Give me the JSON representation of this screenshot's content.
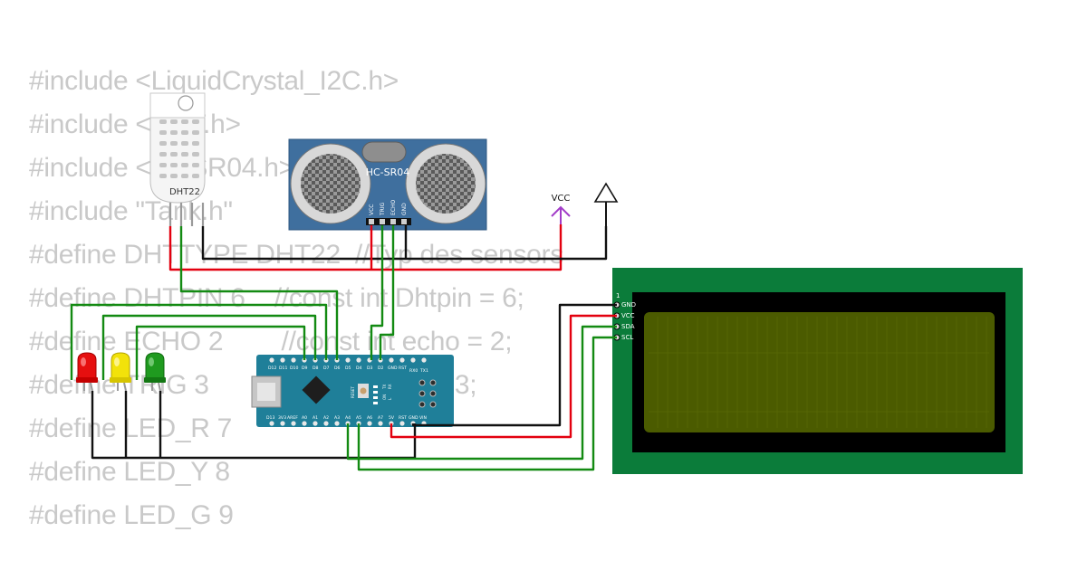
{
  "code_lines": [
    "#include <LiquidCrystal_I2C.h>",
    "#include <DHT.h>",
    "#include <HCSR04.h>",
    "#include \"Tank.h\"",
    "",
    "#define DHTTYPE DHT22  //Typ des sensors",
    "#define DHTPIN 6    //const int Dhtpin = 6;",
    "#define ECHO 2        //const int echo = 2;",
    "#define TRIG 3        //const int trig = 3;",
    "#define LED_R 7",
    "#define LED_Y 8",
    "#define LED_G 9"
  ],
  "dht": {
    "label": "DHT22"
  },
  "hcsr04": {
    "label": "HC-SR04",
    "pins": [
      "VCC",
      "TRIG",
      "ECHO",
      "GND"
    ]
  },
  "power": {
    "vcc_label": "VCC"
  },
  "arduino": {
    "top_pins": [
      "D12",
      "D11",
      "D10",
      "D9",
      "D8",
      "D7",
      "D6",
      "D5",
      "D4",
      "D3",
      "D2",
      "GND",
      "RST",
      "RX0",
      "TX1"
    ],
    "bottom_pins": [
      "D13",
      "3V3",
      "AREF",
      "A0",
      "A1",
      "A2",
      "A3",
      "A4",
      "A5",
      "A6",
      "A7",
      "5V",
      "RST",
      "GND",
      "VIN"
    ],
    "misc": {
      "reset": "RESET",
      "tx": "TX",
      "rx": "RX",
      "on": "ON",
      "l": "L"
    }
  },
  "lcd": {
    "pin1": "1",
    "pins": [
      "GND",
      "VCC",
      "SDA",
      "SCL"
    ]
  },
  "colors": {
    "wire_red": "#e3000f",
    "wire_black": "#111111",
    "wire_green": "#138a12",
    "wire_purple": "#a23cc8",
    "lcd_board": "#0b7c3a",
    "lcd_screen": "#4b5b00",
    "arduino_board": "#1f7f99",
    "hcsr04_board": "#3f6f9e"
  }
}
